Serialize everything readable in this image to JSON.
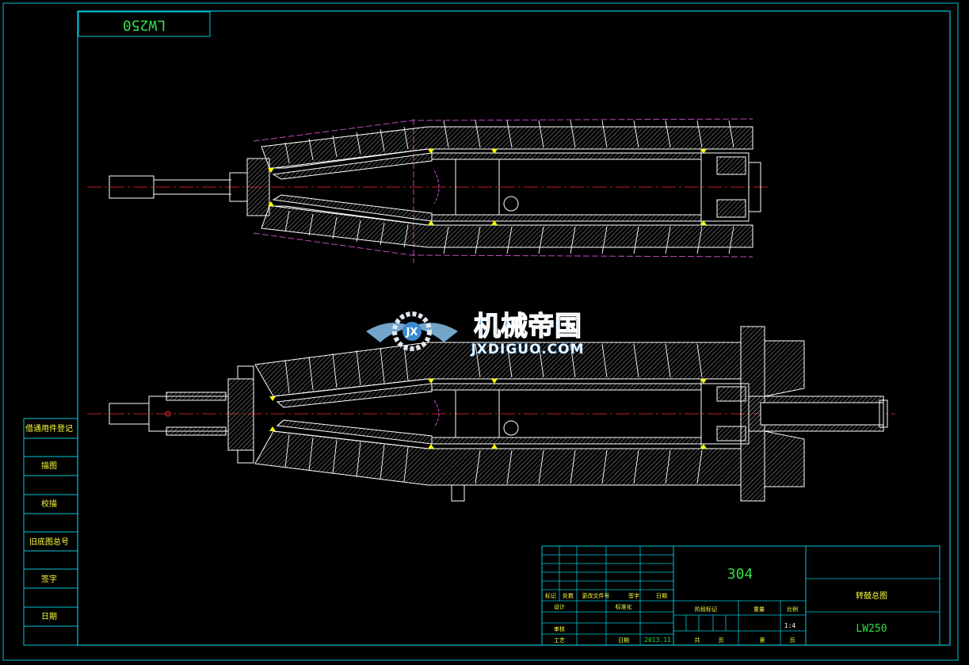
{
  "drawing": {
    "code_box": "LW250",
    "material": "304",
    "drawing_title": "转鼓总图",
    "drawing_number": "LW250",
    "scale_value": "1:4",
    "date_value": "2013.11"
  },
  "left_panel": {
    "items": [
      "借通用件登记",
      "描图",
      "校描",
      "旧底图总号",
      "签字",
      "日期"
    ]
  },
  "title_block": {
    "rev_headers": [
      "标记",
      "处数",
      "更改文件号",
      "签字",
      "日期"
    ],
    "row_design": "设计",
    "row_standard": "标准化",
    "row_review": "审核",
    "row_process": "工艺",
    "row_date": "日期",
    "stage_label": "阶段标记",
    "weight_label": "重量",
    "scale_label": "比例",
    "total_sheets_label": "共",
    "sheet_label": "页",
    "sheet_num_label": "第",
    "sheet_num_unit": "页"
  },
  "watermark": {
    "cn_text": "机械帝国",
    "en_text": "JXDIGUO.COM"
  },
  "colors": {
    "frame": "#00c8d8",
    "outline": "#ffffff",
    "centerline": "#ff2a2a",
    "phantom": "#d050d0",
    "weld": "#ffff00",
    "hatch": "#d0d0d0",
    "text_green": "#33dd44"
  }
}
